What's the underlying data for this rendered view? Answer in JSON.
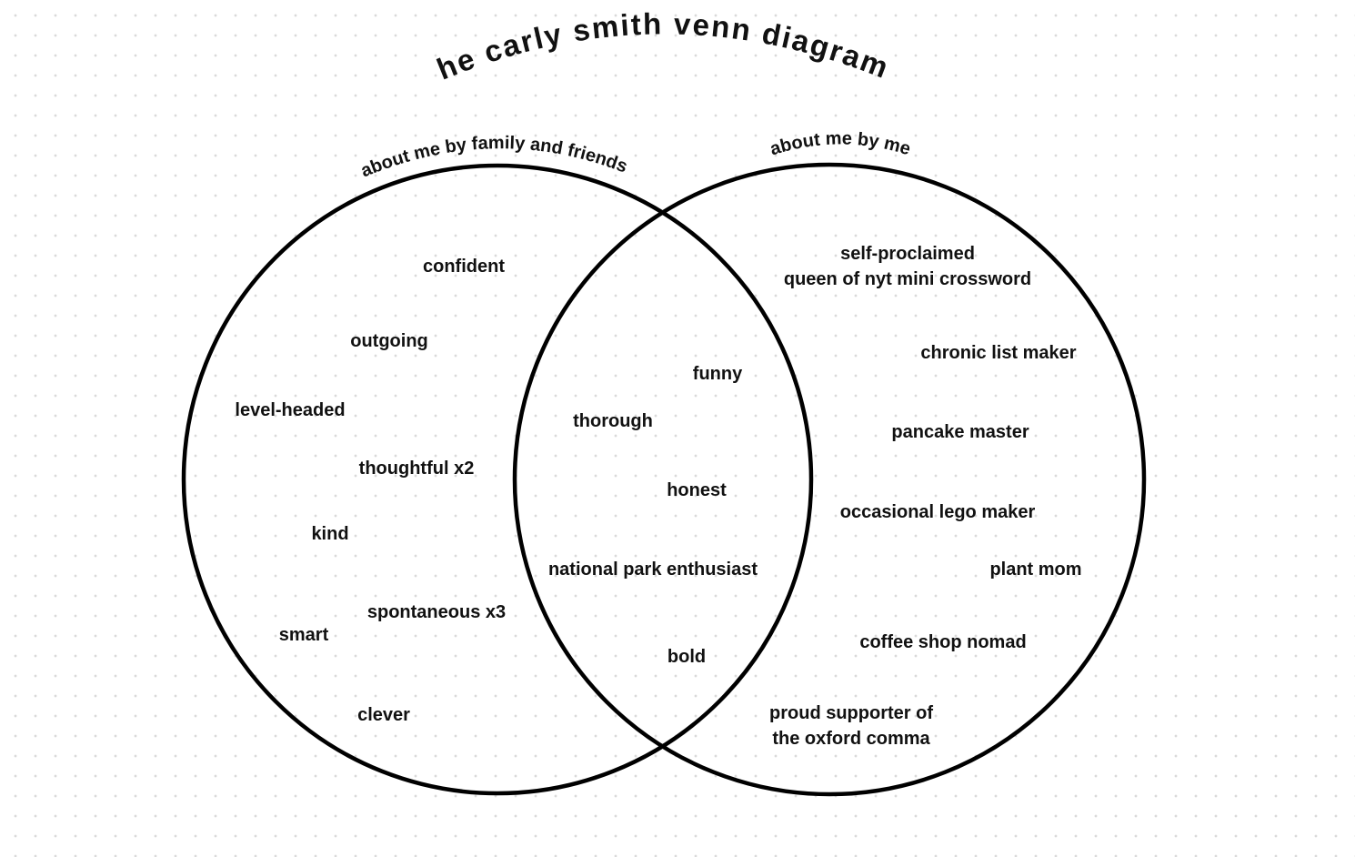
{
  "title": "the carly smith venn diagram",
  "left_set": {
    "label": "about me by family and friends",
    "items": [
      "confident",
      "outgoing",
      "level-headed",
      "thoughtful x2",
      "kind",
      "spontaneous x3",
      "smart",
      "clever"
    ]
  },
  "right_set": {
    "label": "about me by me",
    "items": [
      [
        "self-proclaimed",
        "queen of nyt mini crossword"
      ],
      "chronic list maker",
      "pancake master",
      "occasional lego maker",
      "plant mom",
      "coffee shop nomad",
      [
        "proud supporter of",
        "the oxford comma"
      ]
    ]
  },
  "overlap": {
    "items": [
      "funny",
      "thorough",
      "honest",
      "national park enthusiast",
      "bold"
    ]
  },
  "colors": {
    "stroke": "#000000",
    "text": "#111111",
    "dots": "#d9d9d9"
  }
}
